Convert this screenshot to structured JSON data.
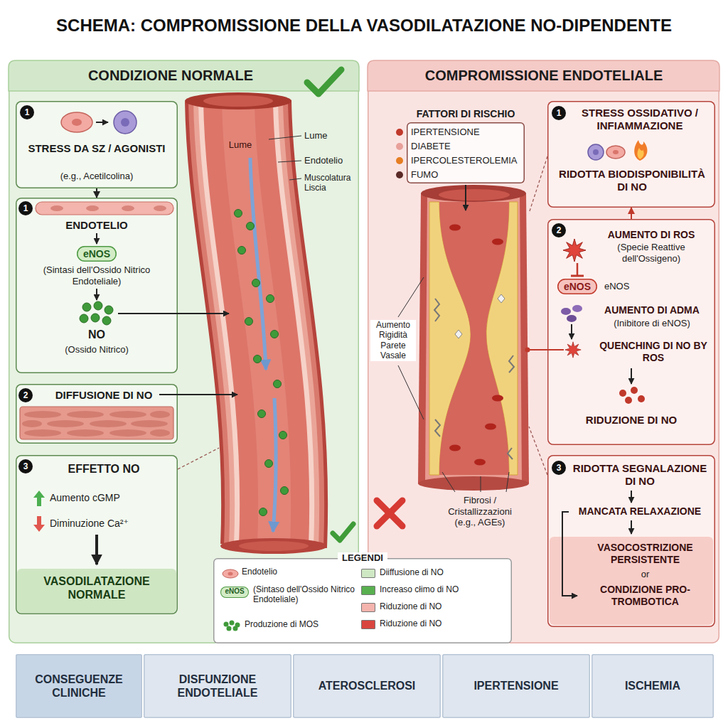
{
  "diagram": {
    "title": "SCHEMA: COMPROMISSIONE DELLA VASODILATAZIONE NO-DIPENDENTE",
    "nodes": [
      {
        "text": [
          "CONDIZIONE NORMALE"
        ]
      },
      {
        "text": [
          "1",
          "STRESS DA SZ / AGONISTI",
          "(e.g., Acetilcolina)"
        ],
        "in": 0
      },
      {
        "text": [
          "1",
          "ENDOTELIO",
          "(Sintasi dell'Ossido Nitrico Endoteliale)",
          "NO",
          "(Ossido Nitrico)"
        ],
        "in": 0
      },
      {
        "text": [
          "eNOS"
        ],
        "in": 2
      },
      {
        "text": [
          "2",
          "DIFFUSIONE DI NO"
        ],
        "in": 0
      },
      {
        "text": [
          "3",
          "EFFETTO NO",
          "Aumento cGMP",
          "Diminuzione Ca²⁺",
          "VASODILATAZIONE NORMALE"
        ],
        "in": 0
      },
      {
        "text": [
          "COMPROMISSIONE ENDOTELIALE"
        ]
      },
      {
        "text": [
          "FATTORI DI RISCHIO",
          "IPERTENSIONE",
          "DIABETE",
          "IPERCOLESTEROLEMIA",
          "FUMO"
        ],
        "in": 6
      },
      {
        "text": [
          "1",
          "STRESS OSSIDATIVO / INFIAMMAZIONE",
          "RIDOTTA BIODISPONIBILITÀ DI NO"
        ],
        "in": 6
      },
      {
        "text": [
          "2",
          "AUMENTO DI ROS",
          "(Specie Reattive dell'Ossigeno)",
          "eNOS",
          "AUMENTO DI ADMA",
          "(Inibitore di eNOS)",
          "QUENCHING DI NO BY ROS",
          "RIDUZIONE DI NO"
        ],
        "in": 6
      },
      {
        "text": [
          "eNOS"
        ],
        "in": 9
      },
      {
        "text": [
          "3",
          "RIDOTTA SEGNALAZIONE DI NO",
          "MANCATA RELAXAZIONE",
          "VASOCOSTRIZIONE PERSISTENTE",
          "or",
          "CONDIZIONE PRO-TROMBOTICA"
        ],
        "in": 6
      },
      {
        "text": [
          "CONSEGUENZE CLINICHE"
        ]
      },
      {
        "text": [
          "DISFUNZIONE ENDOTELIALE"
        ]
      },
      {
        "text": [
          "ATEROSCLEROSI"
        ]
      },
      {
        "text": [
          "IPERTENSIONE"
        ]
      },
      {
        "text": [
          "ISCHEMIA"
        ]
      }
    ],
    "edges": [
      {
        "from": 1,
        "to": 2,
        "arrow": "to"
      },
      {
        "from": 9,
        "to": 8,
        "arrow": "to"
      }
    ],
    "labels": [
      "Lume",
      "Lume",
      "Endotelio",
      "Muscolatura Liscia",
      "Aumento Rigidità Parete Vasale",
      "Fibrosi / Cristallizzazioni (e.g., AGEs)",
      "LEGENDI",
      "eNOS"
    ],
    "legend": [
      {
        "text": "Endotelio"
      },
      {
        "text": "(Sintaso dell'Ossido Nitrico Endoteliale)"
      },
      {
        "text": "Produzione di MOS"
      },
      {
        "text": "Diiffusione di NO",
        "color": "#cfe8c4"
      },
      {
        "text": "Increaso cłimo di NO",
        "color": "#58b04f"
      },
      {
        "text": "Riduzione di NO",
        "color": "#f4b3ad"
      },
      {
        "text": "Riduzione di NO",
        "color": "#d9463f"
      }
    ]
  }
}
